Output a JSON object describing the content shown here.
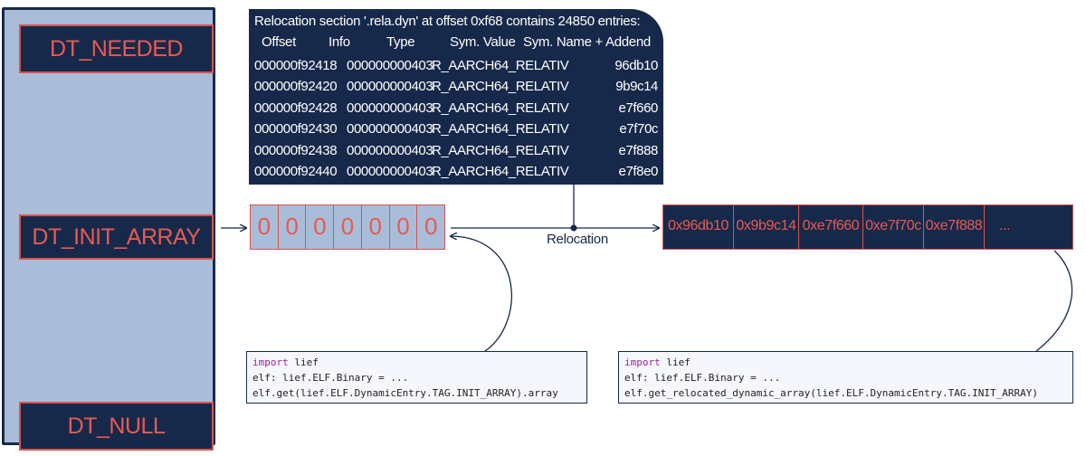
{
  "dynamic_section": {
    "entries": [
      "DT_NEEDED",
      "DT_INIT_ARRAY",
      "DT_NULL"
    ]
  },
  "relocation_table": {
    "title": "Relocation section '.rela.dyn' at offset 0xf68 contains 24850 entries:",
    "columns": [
      "Offset",
      "Info",
      "Type",
      "Sym. Value",
      "Sym. Name + Addend"
    ],
    "rows": [
      {
        "offset": "000000f92418",
        "info": "000000000403",
        "type": "R_AARCH64_RELATIV",
        "addend": "96db10"
      },
      {
        "offset": "000000f92420",
        "info": "000000000403",
        "type": "R_AARCH64_RELATIV",
        "addend": "9b9c14"
      },
      {
        "offset": "000000f92428",
        "info": "000000000403",
        "type": "R_AARCH64_RELATIV",
        "addend": "e7f660"
      },
      {
        "offset": "000000f92430",
        "info": "000000000403",
        "type": "R_AARCH64_RELATIV",
        "addend": "e7f70c"
      },
      {
        "offset": "000000f92438",
        "info": "000000000403",
        "type": "R_AARCH64_RELATIV",
        "addend": "e7f888"
      },
      {
        "offset": "000000f92440",
        "info": "000000000403",
        "type": "R_AARCH64_RELATIV",
        "addend": "e7f8e0"
      }
    ]
  },
  "unrelocated_array": [
    "0",
    "0",
    "0",
    "0",
    "0",
    "0",
    "0"
  ],
  "relocation_label": "Relocation",
  "relocated_array": [
    "0x96db10",
    "0x9b9c14",
    "0xe7f660",
    "0xe7f70c",
    "0xe7f888",
    "..."
  ],
  "code_left": {
    "keyword": "import",
    "line1_rest": " lief",
    "line2": "elf: lief.ELF.Binary = ...",
    "line3": "elf.get(lief.ELF.DynamicEntry.TAG.INIT_ARRAY).array"
  },
  "code_right": {
    "keyword": "import",
    "line1_rest": " lief",
    "line2": "elf: lief.ELF.Binary = ...",
    "line3": "elf.get_relocated_dynamic_array(lief.ELF.DynamicEntry.TAG.INIT_ARRAY)"
  },
  "colors": {
    "navy": "#17294a",
    "light_blue": "#a9bdd9",
    "red": "#e85a52",
    "keyword_purple": "#a01d9e"
  }
}
